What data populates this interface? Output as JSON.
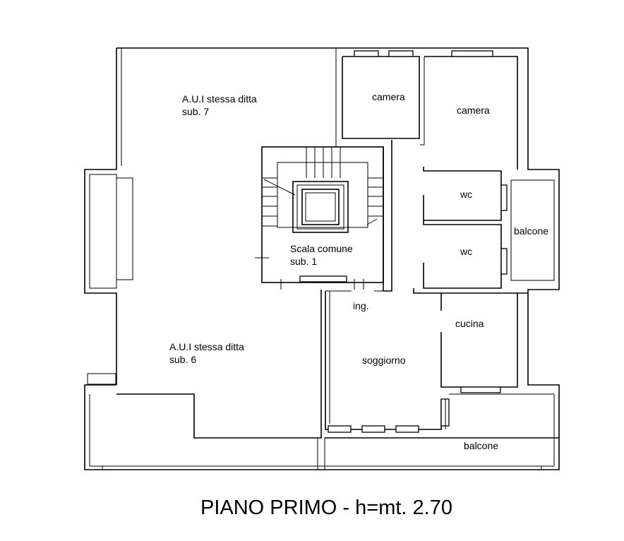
{
  "drawing": {
    "title": "PIANO PRIMO - h=mt. 2.70",
    "rooms": {
      "aui7_line1": "A.U.I stessa ditta",
      "aui7_line2": "sub. 7",
      "aui6_line1": "A.U.I stessa ditta",
      "aui6_line2": "sub. 6",
      "stair_line1": "Scala comune",
      "stair_line2": "sub. 1",
      "camera_1": "camera",
      "camera_2": "camera",
      "wc_1": "wc",
      "wc_2": "wc",
      "balcone_right": "balcone",
      "ingresso": "ing.",
      "cucina": "cucina",
      "soggiorno": "soggiorno",
      "balcone_bottom": "balcone"
    }
  }
}
